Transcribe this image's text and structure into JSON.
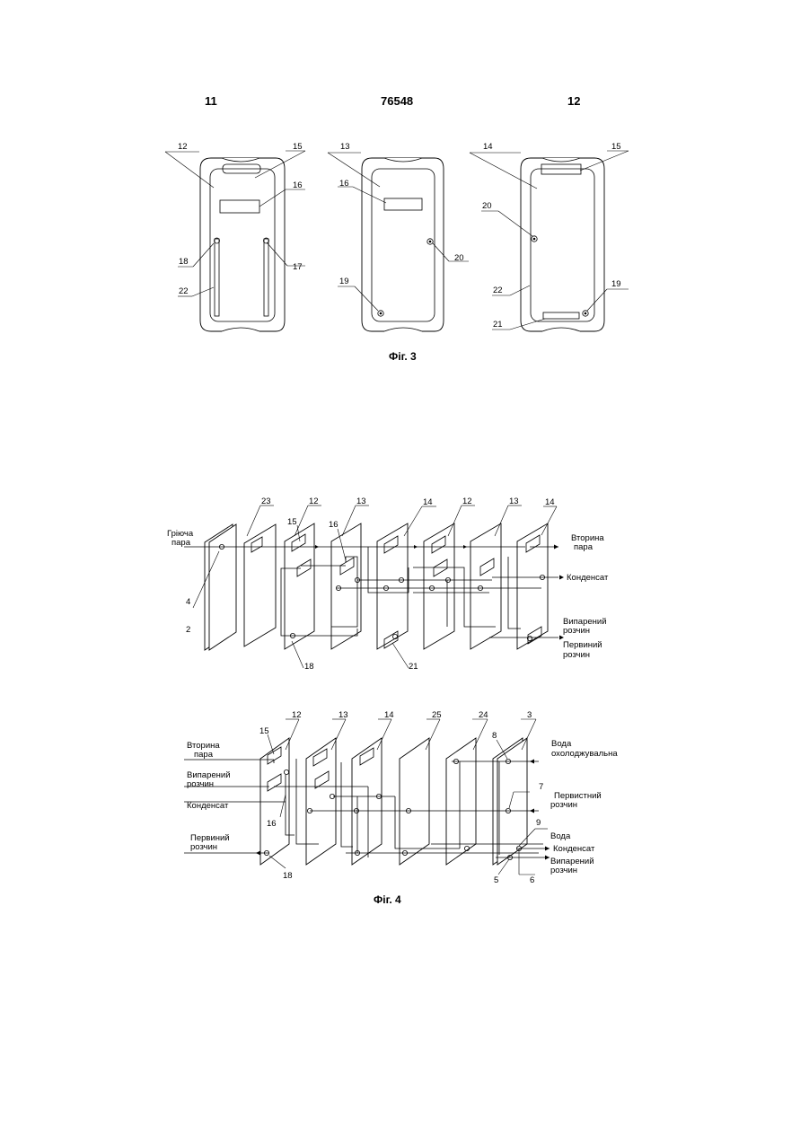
{
  "header": {
    "page_left": "11",
    "patent_number": "76548",
    "page_right": "12"
  },
  "fig3": {
    "caption": "Фіг. 3",
    "plate_a": {
      "n12": "12",
      "n15": "15",
      "n16": "16",
      "n18": "18",
      "n17": "17",
      "n22": "22"
    },
    "plate_b": {
      "n13": "13",
      "n16": "16",
      "n20": "20",
      "n19": "19"
    },
    "plate_c": {
      "n14": "14",
      "n15": "15",
      "n20": "20",
      "n22": "22",
      "n19": "19",
      "n21": "21"
    }
  },
  "fig4_top": {
    "labels": {
      "heating_steam_1": "Гріюча",
      "heating_steam_2": "пара",
      "secondary_steam_1": "Вторина",
      "secondary_steam_2": "пара",
      "condensate": "Конденсат",
      "evaporated_solution_1": "Випарений",
      "evaporated_solution_2": "розчин",
      "primary_solution_1": "Первиний",
      "primary_solution_2": "розчин"
    },
    "numbers": {
      "n23": "23",
      "n12a": "12",
      "n13a": "13",
      "n14a": "14",
      "n12b": "12",
      "n13b": "13",
      "n14b": "14",
      "n15": "15",
      "n16": "16",
      "n4": "4",
      "n2": "2",
      "n18": "18",
      "n21": "21"
    }
  },
  "fig4_bottom": {
    "labels": {
      "secondary_steam_1": "Вторина",
      "secondary_steam_2": "пара",
      "evaporated_solution_1": "Випарений",
      "evaporated_solution_2": "розчин",
      "condensate_left": "Конденсат",
      "primary_solution_1": "Первиний",
      "primary_solution_2": "розчин",
      "cooling_water_1": "Вода",
      "cooling_water_2": "охолоджувальна",
      "primary_solution_r1": "Первистний",
      "primary_solution_r2": "розчин",
      "water": "Вода",
      "condensate_right": "Конденсат",
      "evaporated_r1": "Випарений",
      "evaporated_r2": "розчин"
    },
    "numbers": {
      "n12": "12",
      "n13": "13",
      "n14": "14",
      "n25": "25",
      "n24": "24",
      "n3": "3",
      "n15": "15",
      "n16": "16",
      "n18": "18",
      "n8": "8",
      "n7": "7",
      "n9": "9",
      "n5": "5",
      "n6": "6"
    }
  },
  "fig4_caption": "Фіг. 4"
}
